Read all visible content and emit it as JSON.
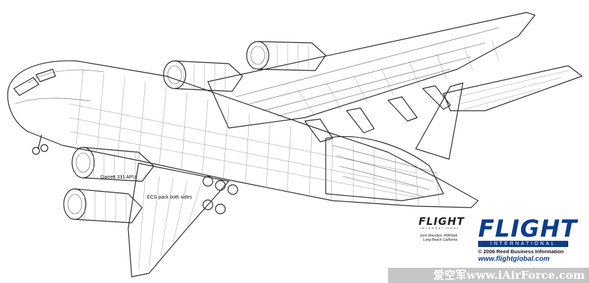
{
  "callouts": {
    "apu": "Garrett 331 APU",
    "ecs": "ECS pack both sides"
  },
  "artist": {
    "line1": "John Marsden, RMHistA",
    "line2": "Long Beach California"
  },
  "small_logo": {
    "word": "FLIGHT",
    "sub": "INTERNATIONAL"
  },
  "logo": {
    "word": "FLIGHT",
    "bar": "INTERNATIONAL",
    "copyright": "© 2006 Reed Business Information",
    "website": "www.flightglobal.com",
    "color": "#0d3d8a"
  },
  "watermark": {
    "text": "爱空军www.iAirForce.com"
  }
}
